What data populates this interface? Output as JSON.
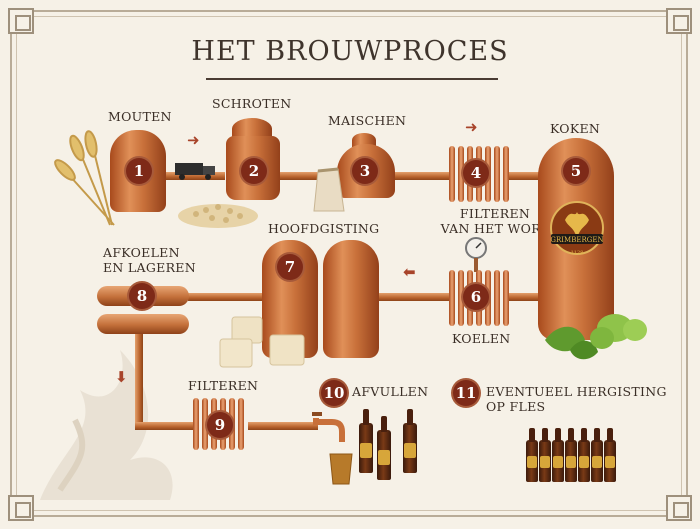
{
  "title": "HET BROUWPROCES",
  "steps": {
    "s1": {
      "num": "1",
      "label": "MOUTEN"
    },
    "s2": {
      "num": "2",
      "label": "SCHROTEN"
    },
    "s3": {
      "num": "3",
      "label": "MAISCHEN"
    },
    "s4": {
      "num": "4",
      "label_line1": "FILTEREN",
      "label_line2": "VAN HET WORT"
    },
    "s5": {
      "num": "5",
      "label": "KOKEN"
    },
    "s6": {
      "num": "6",
      "label": "KOELEN"
    },
    "s7": {
      "num": "7",
      "label": "HOOFDGISTING"
    },
    "s8": {
      "num": "8",
      "label_line1": "AFKOELEN",
      "label_line2": "EN LAGEREN"
    },
    "s9": {
      "num": "9",
      "label": "FILTEREN"
    },
    "s10": {
      "num": "10",
      "label": "AFVULLEN"
    },
    "s11": {
      "num": "11",
      "label_line1": "EVENTUEEL HERGISTING",
      "label_line2": "OP FLES"
    }
  },
  "emblem": {
    "brand": "GRIMBERGEN",
    "year": "1128"
  },
  "icons": [
    "wheat-icon",
    "truck-icon",
    "grain-pile-icon",
    "malt-sack-icon",
    "pressure-gauge-icon",
    "hops-icon",
    "yeast-blocks-icon",
    "tap-icon",
    "glass-icon",
    "bottle-icon",
    "phoenix-watermark-icon",
    "flow-arrow-icon"
  ],
  "colors": {
    "copper": "#c8703a",
    "badge": "#7e2a18",
    "arrow": "#a8442a",
    "background": "#f6f1e7",
    "text": "#3a2e26"
  }
}
